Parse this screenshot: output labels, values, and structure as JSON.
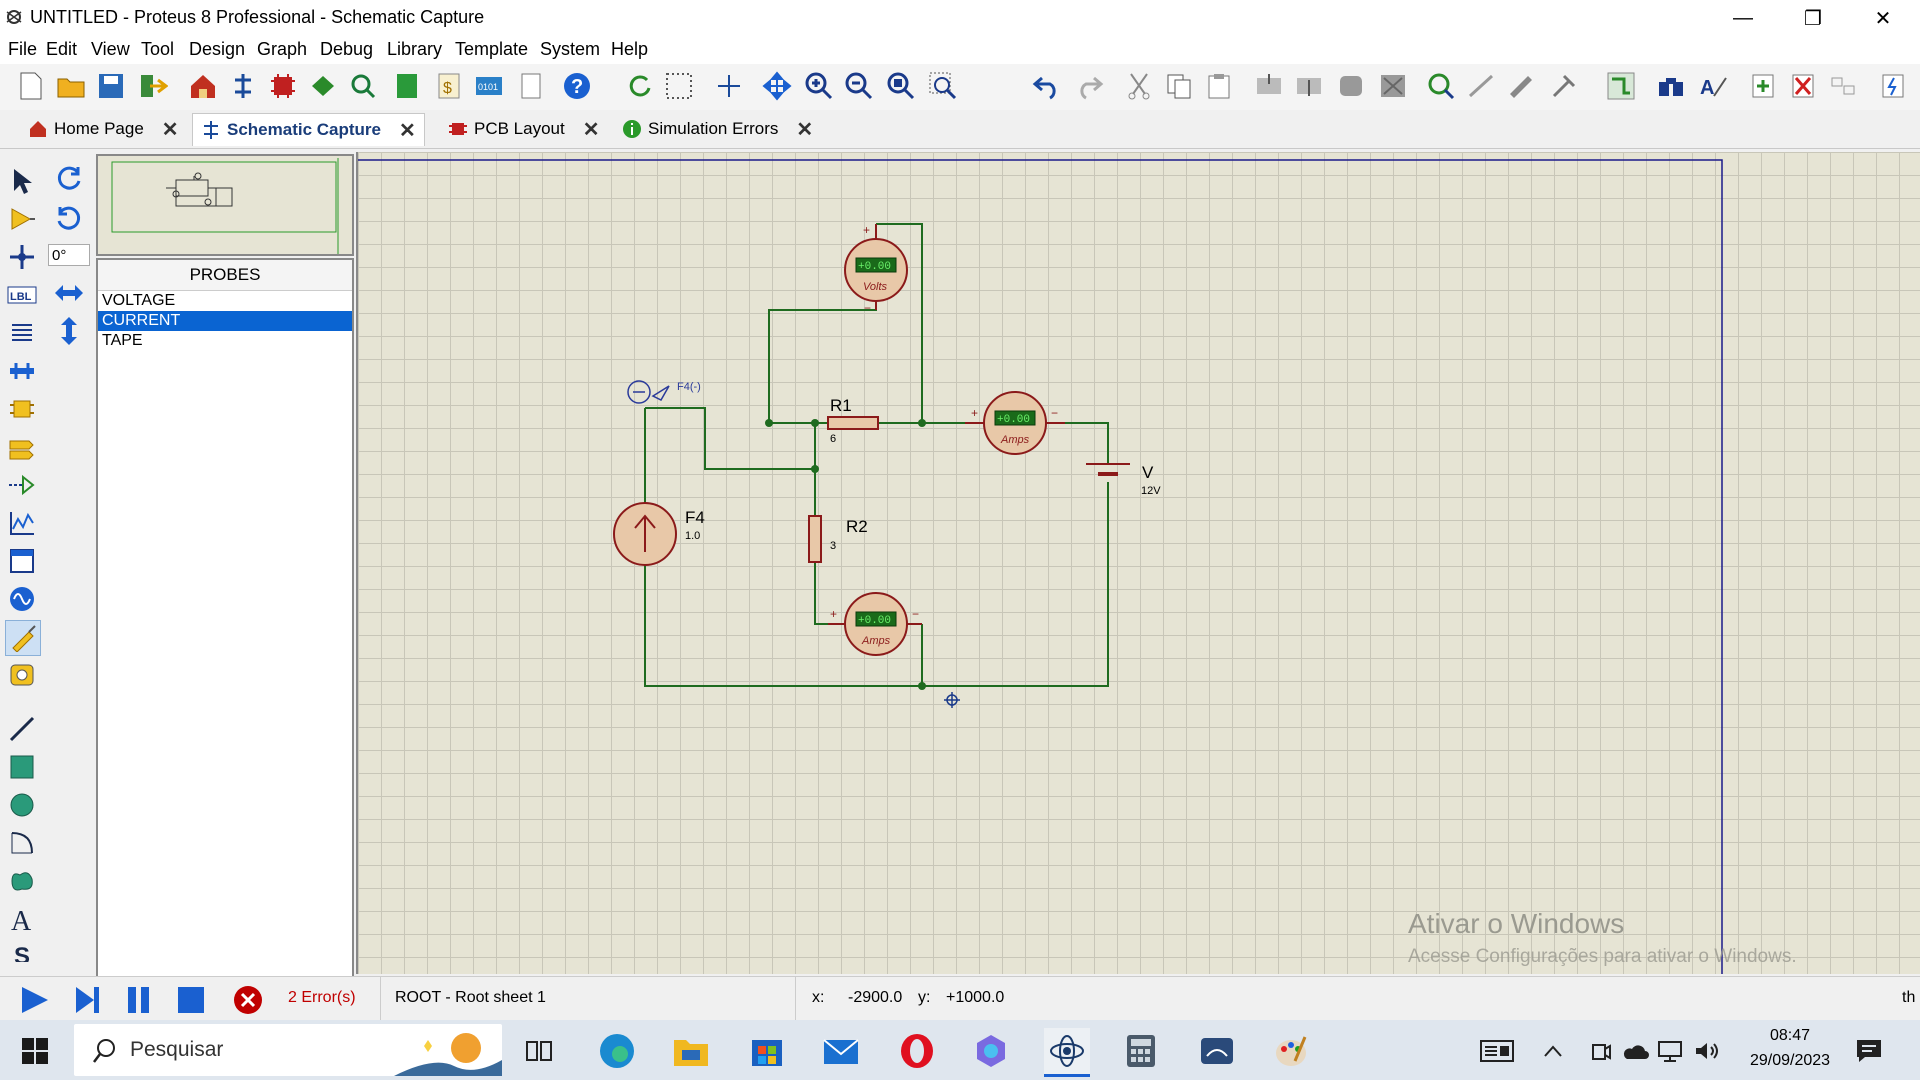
{
  "window": {
    "title": "UNTITLED - Proteus 8 Professional - Schematic Capture",
    "minimize": "—",
    "restore": "❐",
    "close": "✕"
  },
  "menu": [
    "File",
    "Edit",
    "View",
    "Tool",
    "Design",
    "Graph",
    "Debug",
    "Library",
    "Template",
    "System",
    "Help"
  ],
  "tabs": [
    {
      "label": "Home Page",
      "icon": "home-icon"
    },
    {
      "label": "Schematic Capture",
      "icon": "schematic-icon"
    },
    {
      "label": "PCB Layout",
      "icon": "pcb-icon"
    },
    {
      "label": "Simulation Errors",
      "icon": "info-icon"
    }
  ],
  "left_panel": {
    "rotation": "0°",
    "probes_title": "PROBES",
    "probes": [
      "VOLTAGE",
      "CURRENT",
      "TAPE"
    ],
    "selected_probe": "CURRENT"
  },
  "schematic": {
    "probe_label": "F4(-)",
    "r1_label": "R1",
    "r1_value": "6",
    "r2_label": "R2",
    "r2_value": "3",
    "f4_label": "F4",
    "f4_value": "1.0",
    "v_label": "V",
    "v_value": "12V",
    "voltmeter_unit": "Volts",
    "ammeter_unit": "Amps",
    "plus": "+",
    "minus": "−"
  },
  "watermark": {
    "line1": "Ativar o Windows",
    "line2": "Acesse Configurações para ativar o Windows."
  },
  "status": {
    "errors": "2 Error(s)",
    "sheet": "ROOT - Root sheet 1",
    "x_label": "x:",
    "x_value": "-2900.0",
    "y_label": "y:",
    "y_value": "+1000.0",
    "units": "th"
  },
  "taskbar": {
    "search_placeholder": "Pesquisar",
    "time": "08:47",
    "date": "29/09/2023"
  },
  "colors": {
    "wire": "#1f6b1f",
    "component": "#8b1a1a",
    "component_fill": "#e8c8a8",
    "selection": "#0a64d2",
    "error": "#c00000"
  }
}
